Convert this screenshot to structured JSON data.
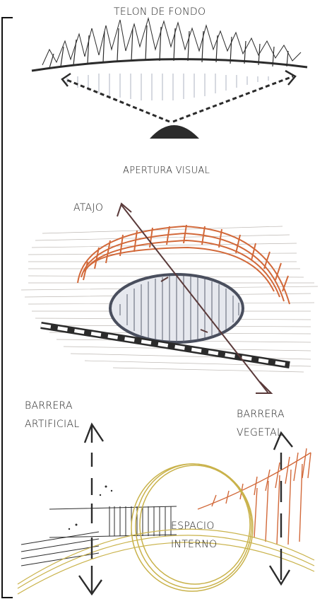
{
  "panels": {
    "top": {
      "title": "TELON DE FONDO",
      "subtitle": "APERTURA VISUAL"
    },
    "middle": {
      "label": "ATAJO"
    },
    "bottom": {
      "left_label_line1": "BARRERA",
      "left_label_line2": "ARTIFICIAL",
      "right_label_line1": "BARRERA",
      "right_label_line2": "VEGETAL",
      "center_label_line1": "ESPACIO",
      "center_label_line2": "INTERNO"
    }
  },
  "colors": {
    "ink": "#2b2b2b",
    "foliage": "#d2693a",
    "water": "#5a5f70",
    "ring": "#c9b24a",
    "hatch": "#9aa1b3"
  }
}
